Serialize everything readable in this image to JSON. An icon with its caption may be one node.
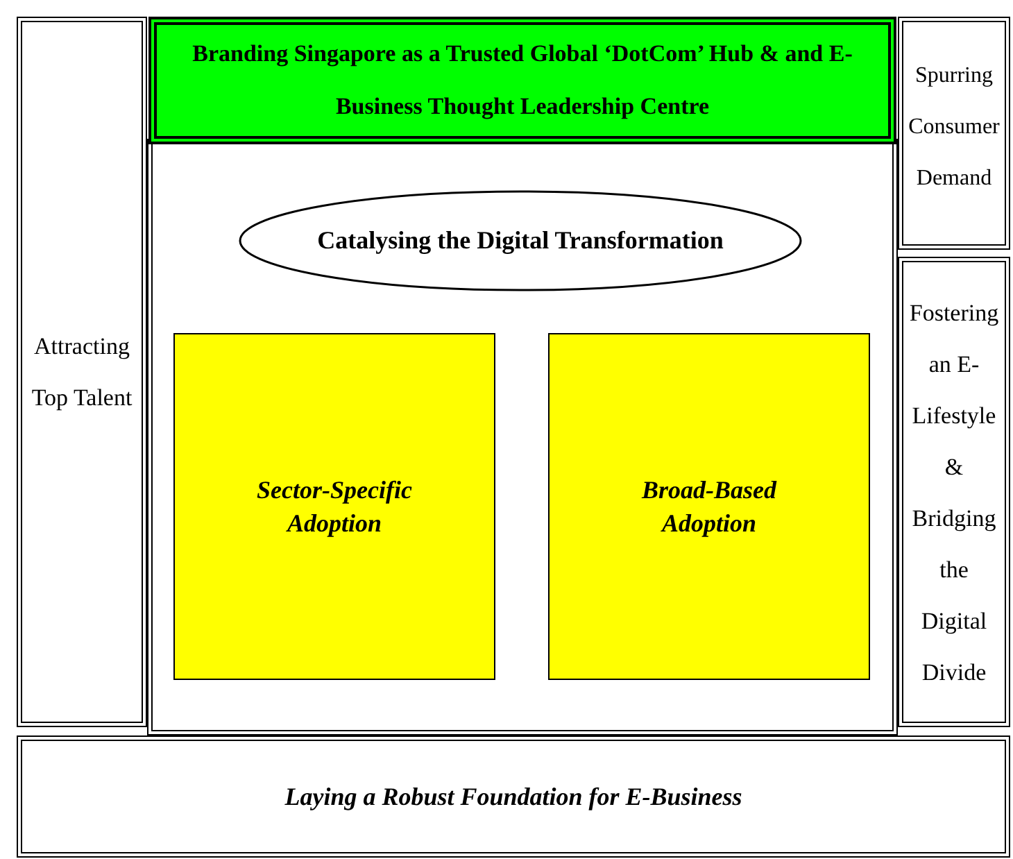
{
  "diagram": {
    "nodes": [
      {
        "text": [
          "Attracting Top Talent"
        ]
      },
      {
        "text": [
          "Branding Singapore as a Trusted Global ‘DotCom’ Hub & and E-Business Thought Leadership Centre"
        ]
      },
      {
        "text": [
          "Catalysing the Digital Transformation"
        ]
      },
      {
        "text": [
          "Sector-Specific Adoption"
        ]
      },
      {
        "text": [
          "Broad-Based Adoption"
        ]
      },
      {
        "text": [
          "Spurring Consumer Demand"
        ]
      },
      {
        "text": [
          "Fostering an E-Lifestyle & Bridging the Digital Divide"
        ]
      },
      {
        "text": [
          "Laying a Robust Foundation for E-Business"
        ]
      }
    ]
  }
}
